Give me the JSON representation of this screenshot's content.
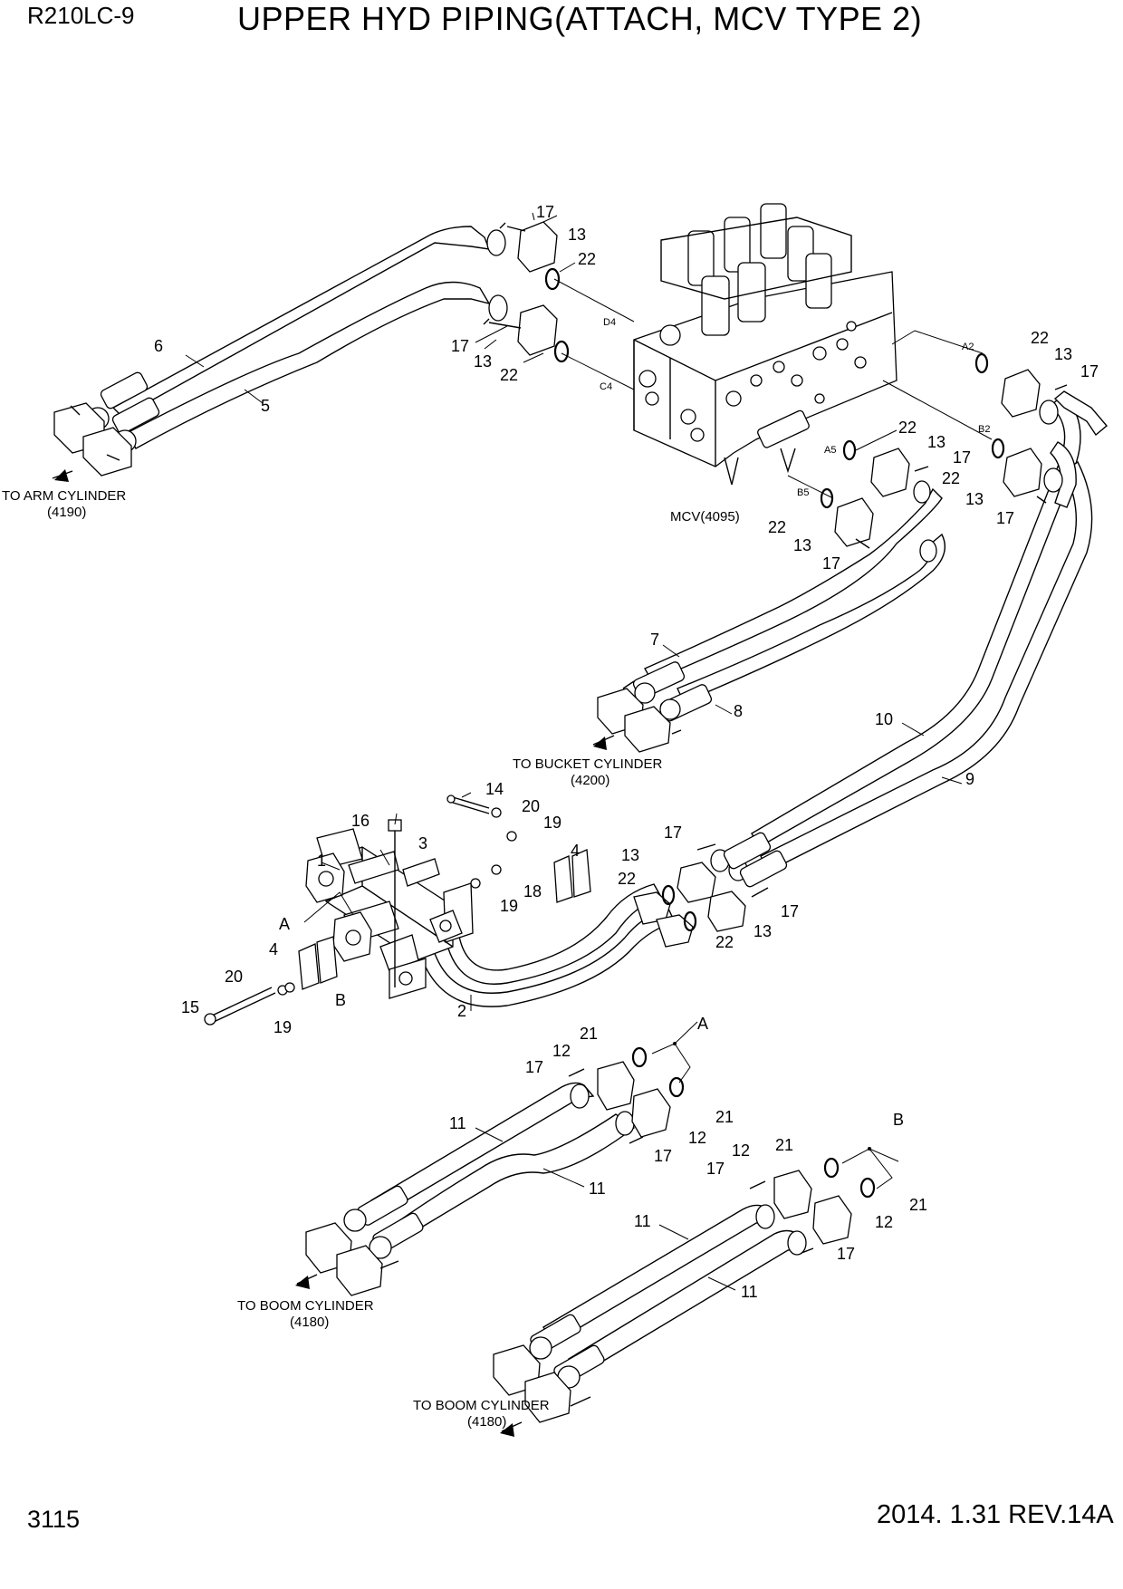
{
  "header": {
    "model": "R210LC-9",
    "title": "UPPER HYD PIPING(ATTACH, MCV TYPE 2)"
  },
  "footer": {
    "page": "3115",
    "revision": "2014. 1.31  REV.14A"
  },
  "labels": {
    "mcv": "MCV(4095)",
    "to_arm": "TO ARM CYLINDER",
    "to_arm_ref": "(4190)",
    "to_bucket": "TO BUCKET CYLINDER",
    "to_bucket_ref": "(4200)",
    "to_boom_1": "TO BOOM CYLINDER",
    "to_boom_1_ref": "(4180)",
    "to_boom_2": "TO BOOM CYLINDER",
    "to_boom_2_ref": "(4180)"
  },
  "ports": {
    "d4": "D4",
    "c4": "C4",
    "a2": "A2",
    "b2": "B2",
    "a5": "A5",
    "b5": "B5"
  },
  "callouts": {
    "arm_17_top": "17",
    "arm_13_top": "13",
    "arm_22_top": "22",
    "arm_17_mid": "17",
    "arm_13_mid": "13",
    "arm_22_mid": "22",
    "hose_6": "6",
    "hose_5": "5",
    "mcv_22_a2": "22",
    "mcv_13_a2": "13",
    "mcv_17_a2": "17",
    "mcv_22_a5": "22",
    "mcv_13_a5": "13",
    "mcv_17_a5": "17",
    "mcv_22_b2": "22",
    "mcv_13_b2": "13",
    "mcv_17_b2": "17",
    "mcv_22_b5": "22",
    "mcv_13_b5": "13",
    "mcv_17_b5": "17",
    "hose_7": "7",
    "hose_8": "8",
    "hose_10": "10",
    "hose_9": "9",
    "bolt_14": "14",
    "washer_20_top": "20",
    "washer_19_top": "19",
    "bolt_16": "16",
    "plate_3": "3",
    "block_1": "1",
    "clamp_4_top": "4",
    "nut_18": "18",
    "washer_19_mid": "19",
    "point_a": "A",
    "clamp_4_left": "4",
    "washer_20_left": "20",
    "bolt_15": "15",
    "washer_19_left": "19",
    "point_b": "B",
    "pipe_2": "2",
    "pipe_17_top": "17",
    "pipe_13_top": "13",
    "pipe_22_top": "22",
    "pipe_22_bot": "22",
    "pipe_13_bot": "13",
    "pipe_17_bot": "17",
    "boomA_21_top": "21",
    "boomA_label": "A",
    "boomA_12_top": "12",
    "boomA_17_top": "17",
    "boomA_11_top": "11",
    "boomA_21_bot": "21",
    "boomA_12_bot": "12",
    "boomA_17_bot": "17",
    "boomA_11_bot": "11",
    "boomB_21_top": "21",
    "boomB_label": "B",
    "boomB_12_top": "12",
    "boomB_17_top": "17",
    "boomB_21_bot": "21",
    "boomB_12_bot": "12",
    "boomB_11_top": "11",
    "boomB_17_bot": "17",
    "boomB_11_bot": "11"
  },
  "colors": {
    "ink": "#000000",
    "paper": "#ffffff"
  },
  "icons": [
    "direction-arrow-icon",
    "o-ring-icon",
    "split-flange-icon",
    "bolt-icon"
  ]
}
